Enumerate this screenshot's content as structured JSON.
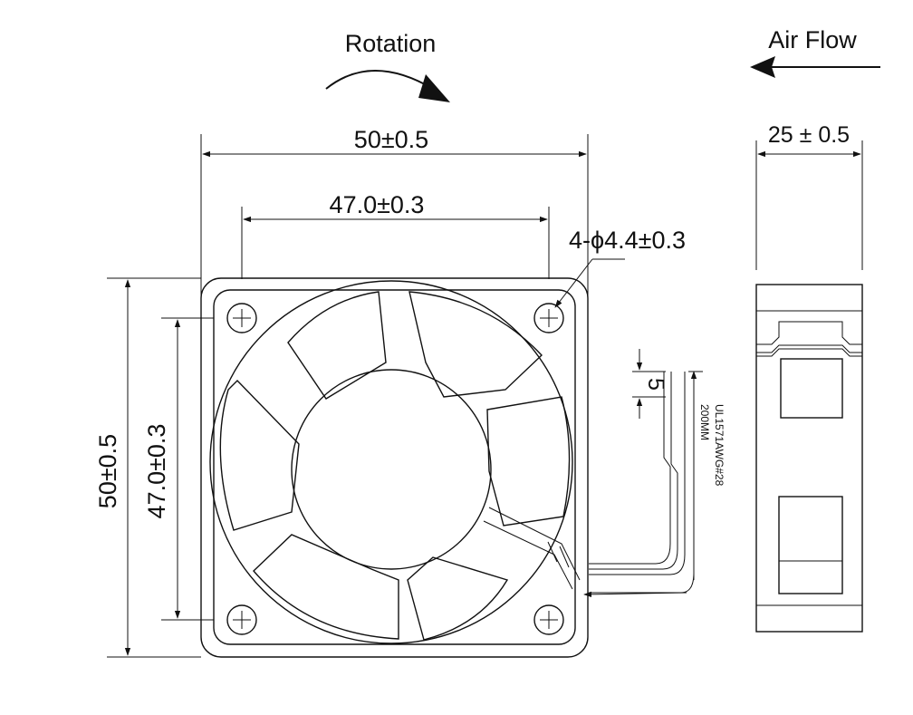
{
  "labels": {
    "rotation": "Rotation",
    "air_flow": "Air Flow",
    "width_overall": "50±0.5",
    "width_holes": "47.0±0.3",
    "height_overall": "50±0.5",
    "height_holes": "47.0±0.3",
    "thickness": "25 ± 0.5",
    "hole_spec": "4-ϕ4.4±0.3",
    "wire_strip": "5",
    "wire_spec": "UL1571AWG#28",
    "wire_length": "200MM"
  }
}
